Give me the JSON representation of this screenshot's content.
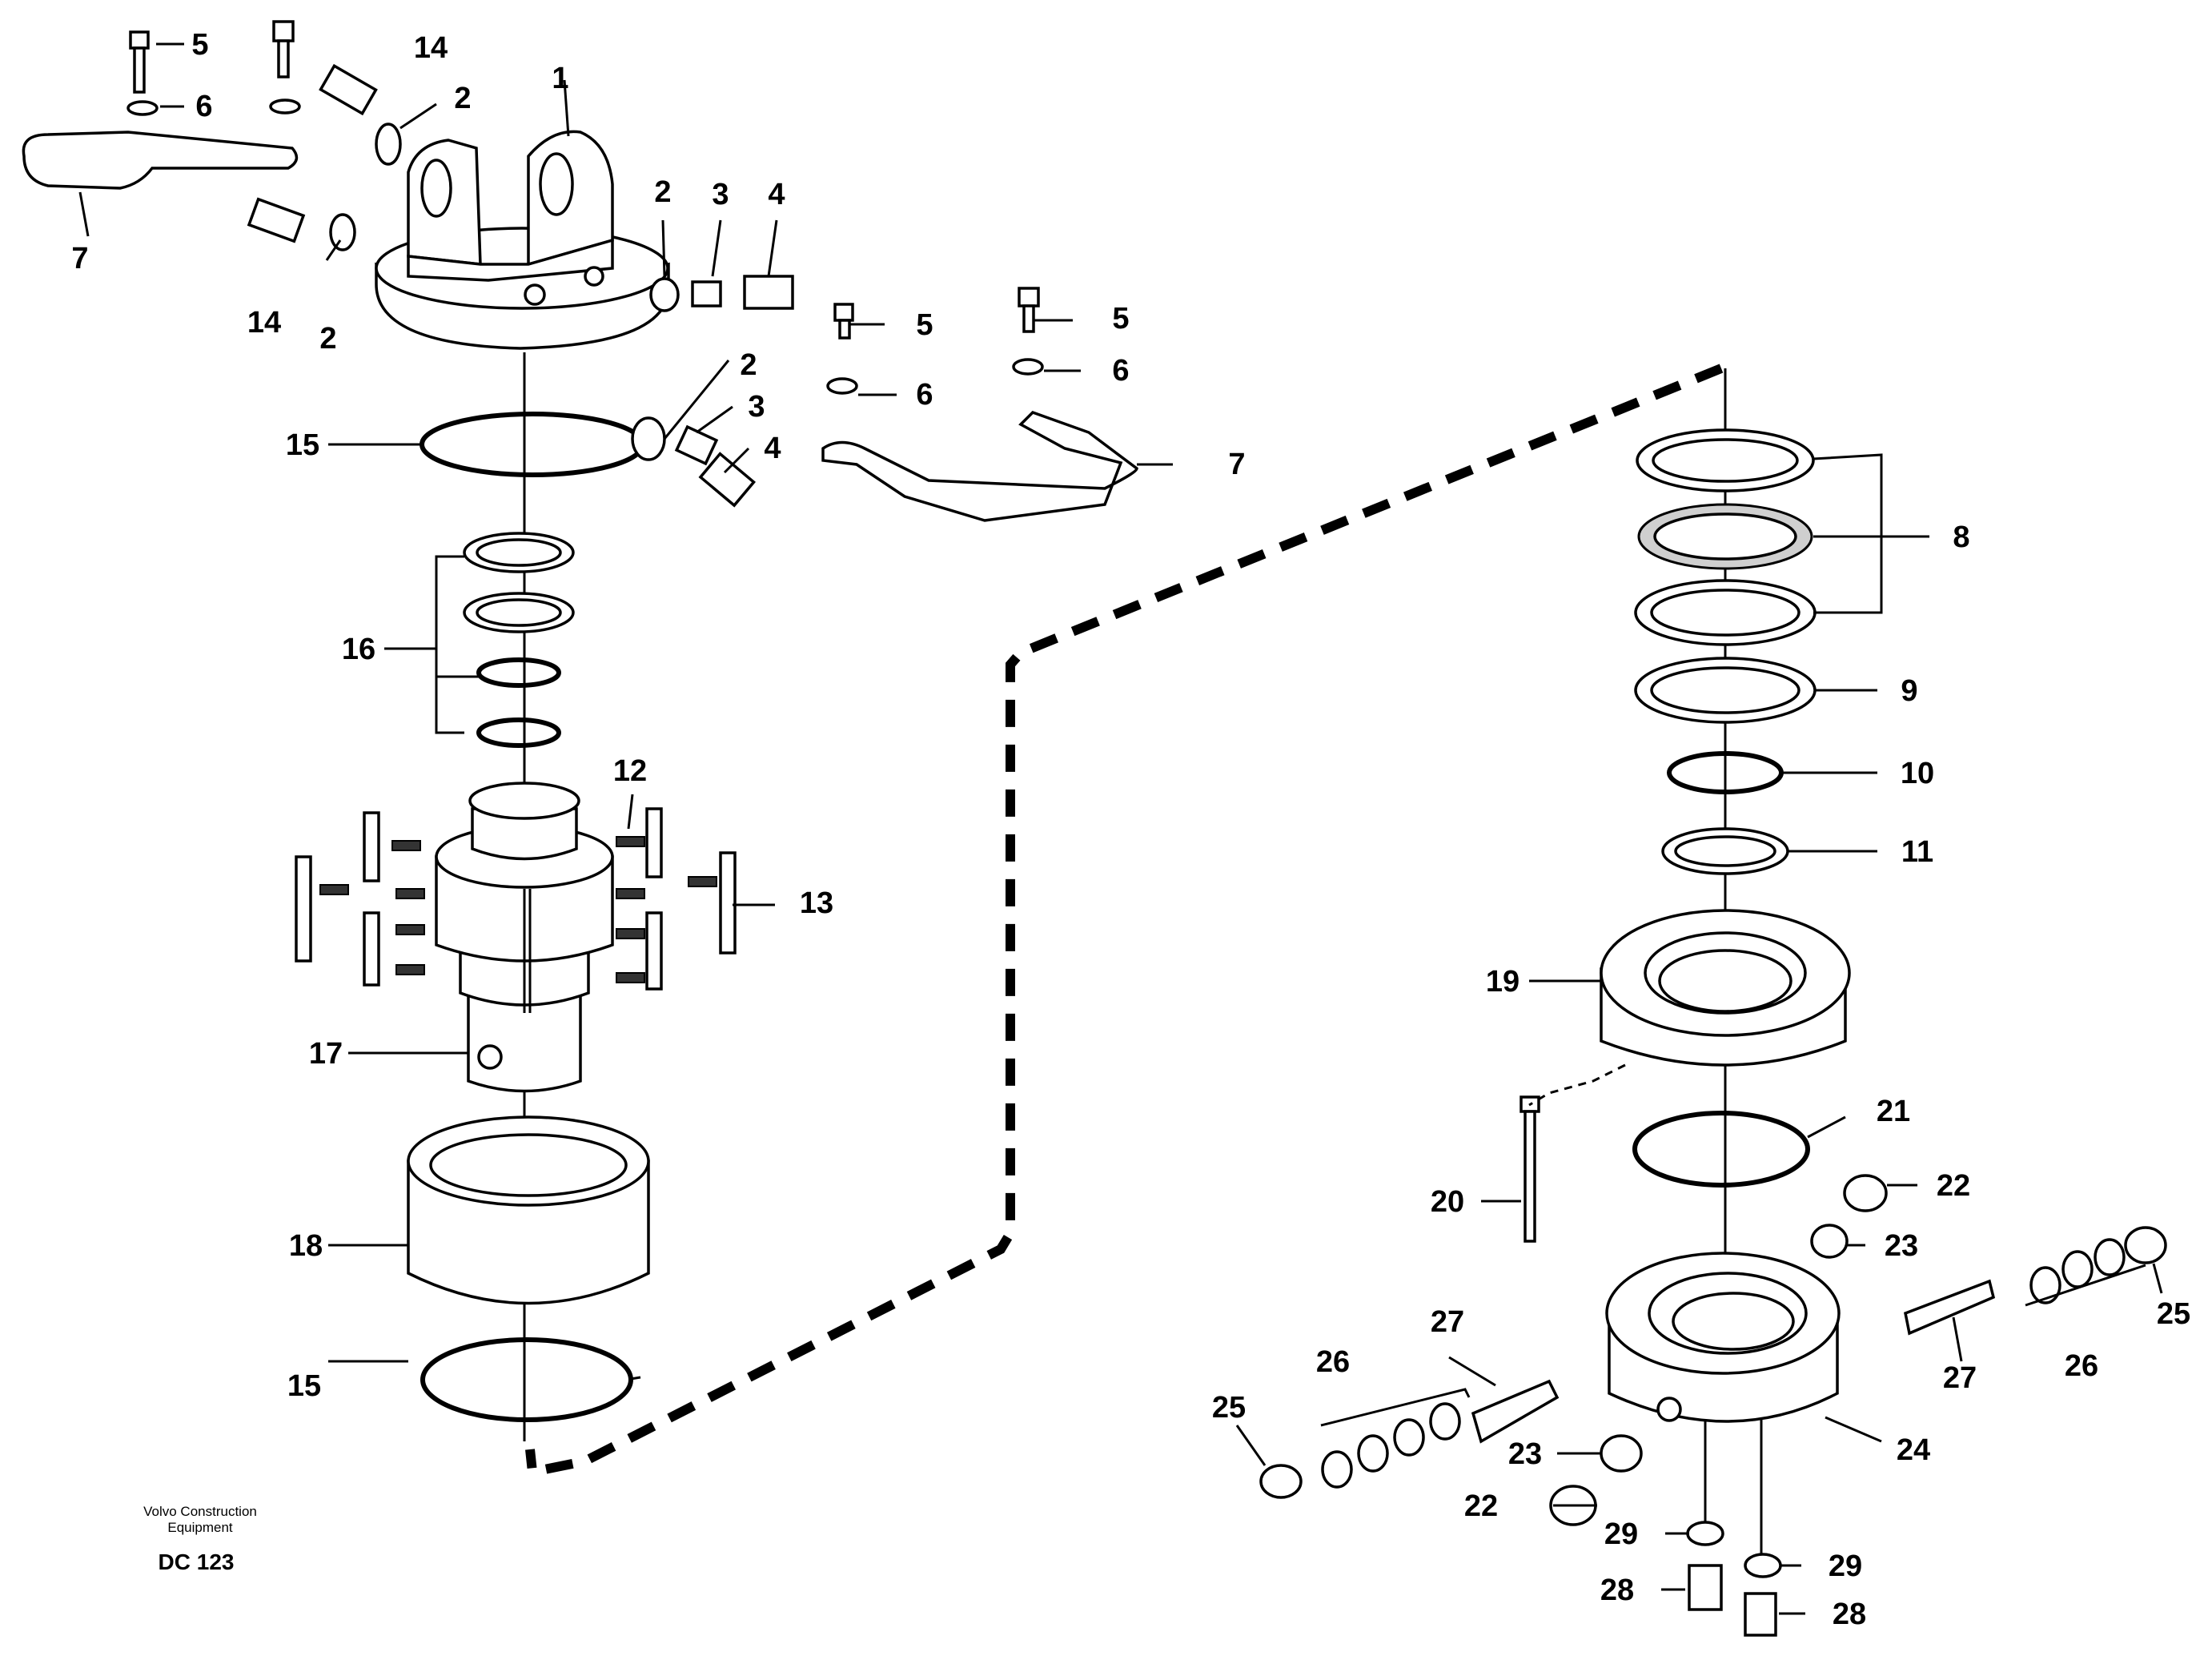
{
  "callouts": [
    {
      "id": "c1",
      "text": "1"
    },
    {
      "id": "c2a",
      "text": "2"
    },
    {
      "id": "c2b",
      "text": "2"
    },
    {
      "id": "c2c",
      "text": "2"
    },
    {
      "id": "c2d",
      "text": "2"
    },
    {
      "id": "c3a",
      "text": "3"
    },
    {
      "id": "c3b",
      "text": "3"
    },
    {
      "id": "c4a",
      "text": "4"
    },
    {
      "id": "c4b",
      "text": "4"
    },
    {
      "id": "c5a",
      "text": "5"
    },
    {
      "id": "c5b",
      "text": "5"
    },
    {
      "id": "c5c",
      "text": "5"
    },
    {
      "id": "c6a",
      "text": "6"
    },
    {
      "id": "c6b",
      "text": "6"
    },
    {
      "id": "c6c",
      "text": "6"
    },
    {
      "id": "c7a",
      "text": "7"
    },
    {
      "id": "c7b",
      "text": "7"
    },
    {
      "id": "c8",
      "text": "8"
    },
    {
      "id": "c9",
      "text": "9"
    },
    {
      "id": "c10",
      "text": "10"
    },
    {
      "id": "c11",
      "text": "11"
    },
    {
      "id": "c12",
      "text": "12"
    },
    {
      "id": "c13",
      "text": "13"
    },
    {
      "id": "c14a",
      "text": "14"
    },
    {
      "id": "c14b",
      "text": "14"
    },
    {
      "id": "c15a",
      "text": "15"
    },
    {
      "id": "c15b",
      "text": "15"
    },
    {
      "id": "c16",
      "text": "16"
    },
    {
      "id": "c17",
      "text": "17"
    },
    {
      "id": "c18",
      "text": "18"
    },
    {
      "id": "c19",
      "text": "19"
    },
    {
      "id": "c20",
      "text": "20"
    },
    {
      "id": "c21",
      "text": "21"
    },
    {
      "id": "c22a",
      "text": "22"
    },
    {
      "id": "c22b",
      "text": "22"
    },
    {
      "id": "c23a",
      "text": "23"
    },
    {
      "id": "c23b",
      "text": "23"
    },
    {
      "id": "c24",
      "text": "24"
    },
    {
      "id": "c25a",
      "text": "25"
    },
    {
      "id": "c25b",
      "text": "25"
    },
    {
      "id": "c26a",
      "text": "26"
    },
    {
      "id": "c26b",
      "text": "26"
    },
    {
      "id": "c27a",
      "text": "27"
    },
    {
      "id": "c27b",
      "text": "27"
    },
    {
      "id": "c28a",
      "text": "28"
    },
    {
      "id": "c28b",
      "text": "28"
    },
    {
      "id": "c29a",
      "text": "29"
    },
    {
      "id": "c29b",
      "text": "29"
    }
  ],
  "footer": {
    "brand_line1": "Volvo Construction",
    "brand_line2": "Equipment",
    "drawing_code": "DC 123"
  }
}
